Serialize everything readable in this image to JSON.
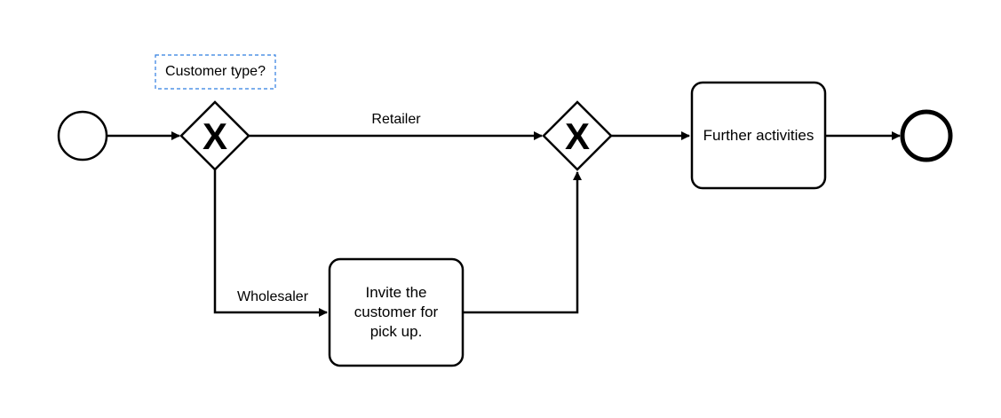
{
  "diagram": {
    "annotation": "Customer type?",
    "gateway_symbol": "X",
    "flows": {
      "retailer": "Retailer",
      "wholesaler": "Wholesaler"
    },
    "tasks": {
      "invite": [
        "Invite the",
        "customer for",
        "pick up."
      ],
      "further": "Further activities"
    }
  }
}
